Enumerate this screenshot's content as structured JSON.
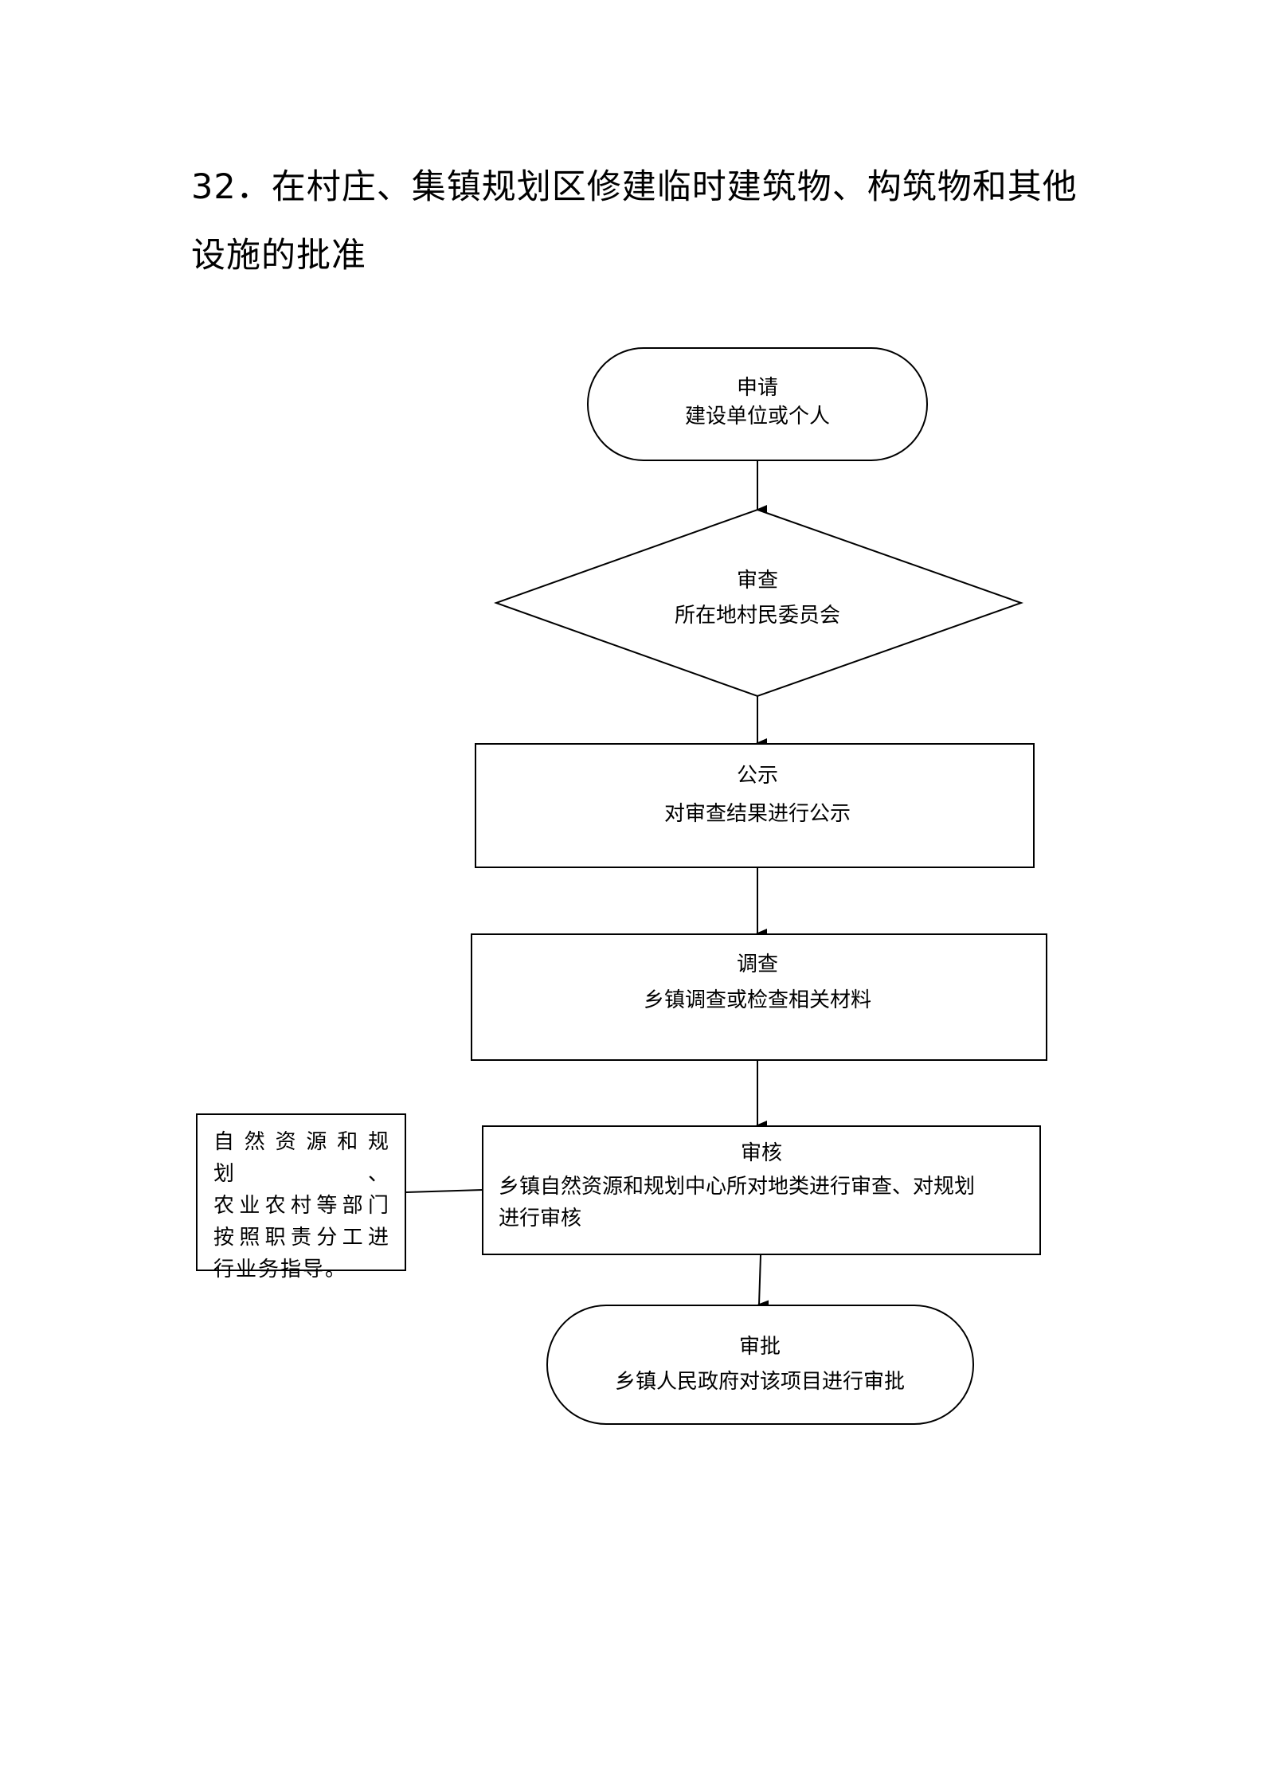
{
  "document": {
    "title": "32．在村庄、集镇规划区修建临时建筑物、构筑物和其他设施的批准"
  },
  "flowchart": {
    "steps": [
      {
        "id": "apply",
        "shape": "terminal",
        "title": "申请",
        "detail": "建设单位或个人"
      },
      {
        "id": "review",
        "shape": "decision",
        "title": "审查",
        "detail": "所在地村民委员会"
      },
      {
        "id": "publicize",
        "shape": "process",
        "title": "公示",
        "detail": "对审查结果进行公示"
      },
      {
        "id": "investigate",
        "shape": "process",
        "title": "调查",
        "detail": "乡镇调查或检查相关材料"
      },
      {
        "id": "audit",
        "shape": "process",
        "title": "审核",
        "detail_lines": [
          "乡镇自然资源和规划中心所对地类进行审查、对规划",
          "进行审核"
        ]
      },
      {
        "id": "approve",
        "shape": "terminal",
        "title": "审批",
        "detail": "乡镇人民政府对该项目进行审批"
      }
    ],
    "side_note": {
      "lines": [
        "自然资源和规划、",
        "农业农村等部门",
        "按照职责分工进",
        "行业务指导。"
      ]
    },
    "colors": {
      "stroke": "#000000",
      "background": "#ffffff"
    }
  }
}
